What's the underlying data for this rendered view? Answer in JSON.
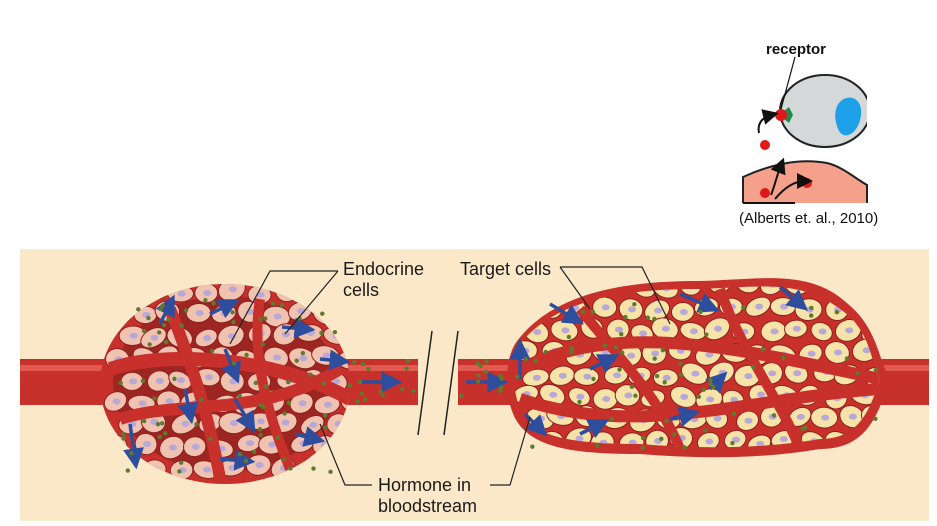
{
  "inset": {
    "receptor_label": "receptor",
    "citation": "(Alberts et. al., 2010)"
  },
  "diagram": {
    "label_endocrine_line1": "Endocrine",
    "label_endocrine_line2": "cells",
    "label_target": "Target cells",
    "label_hormone_line1": "Hormone in",
    "label_hormone_line2": "bloodstream"
  },
  "colors": {
    "panel_bg": "#fbe8c8",
    "vessel": "#c8302c",
    "vessel_light": "#e25a4f",
    "endocrine_cell": "#f0c2b0",
    "target_cell": "#f6e3a8",
    "nucleus": "#b7a8d8",
    "hormone": "#5f7a2c",
    "arrow": "#2e4d9c",
    "receptor_cell": "#d4d8d8",
    "receptor_nucleus": "#1ea0e8",
    "receptor": "#1e8a4a",
    "signal": "#e01818",
    "secreting_cell": "#f4a08a"
  }
}
